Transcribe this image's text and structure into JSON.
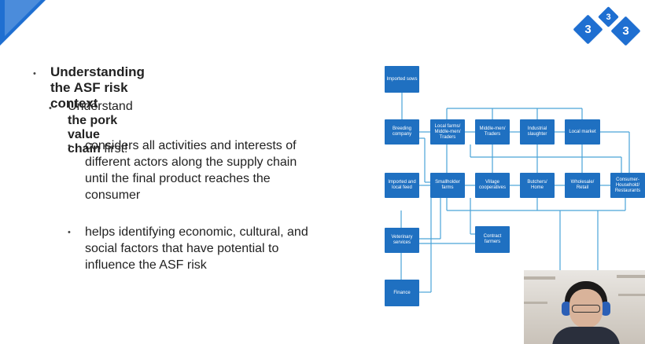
{
  "slide": {
    "bullets": [
      {
        "level": 1,
        "text": "Understanding the ASF risk context"
      },
      {
        "level": 2,
        "text_before": "Understand ",
        "text_bold": "the pork value chain",
        "text_after": " first!"
      },
      {
        "level": 3,
        "lines": [
          "considers all activities and interests of",
          "different actors along the supply chain",
          "until the final product reaches the",
          "consumer"
        ]
      },
      {
        "level": 3,
        "lines": [
          "helps identifying economic, cultural, and",
          "social factors that have potential to",
          "influence the ASF risk"
        ]
      }
    ]
  },
  "logo": {
    "digits": [
      "3",
      "3",
      "3"
    ]
  },
  "colors": {
    "accent": "#1f6fd1",
    "node": "#1f70c1",
    "line": "#4aa3d8"
  },
  "diagram": {
    "nodes": [
      {
        "id": "imported-sows",
        "label": "Imported sows"
      },
      {
        "id": "breeding-company",
        "label": "Breeding company"
      },
      {
        "id": "imported-feed",
        "label": "Imported and local feed"
      },
      {
        "id": "vet-services",
        "label": "Veterinary services"
      },
      {
        "id": "finance",
        "label": "Finance"
      },
      {
        "id": "local-farms",
        "label": "Local farms/ Middle-men/ Traders"
      },
      {
        "id": "smallholder",
        "label": "Smallholder farms"
      },
      {
        "id": "middlemen",
        "label": "Middle-men/ Traders"
      },
      {
        "id": "village-coop",
        "label": "Village cooperatives"
      },
      {
        "id": "contract-farmers",
        "label": "Contract farmers"
      },
      {
        "id": "industrial",
        "label": "Industrial slaughter"
      },
      {
        "id": "butchers",
        "label": "Butchers/ Home"
      },
      {
        "id": "local-market",
        "label": "Local market"
      },
      {
        "id": "wholesale",
        "label": "Wholesale/ Retail"
      },
      {
        "id": "consumer",
        "label": "Consumer- Household/ Restaurants"
      }
    ]
  }
}
